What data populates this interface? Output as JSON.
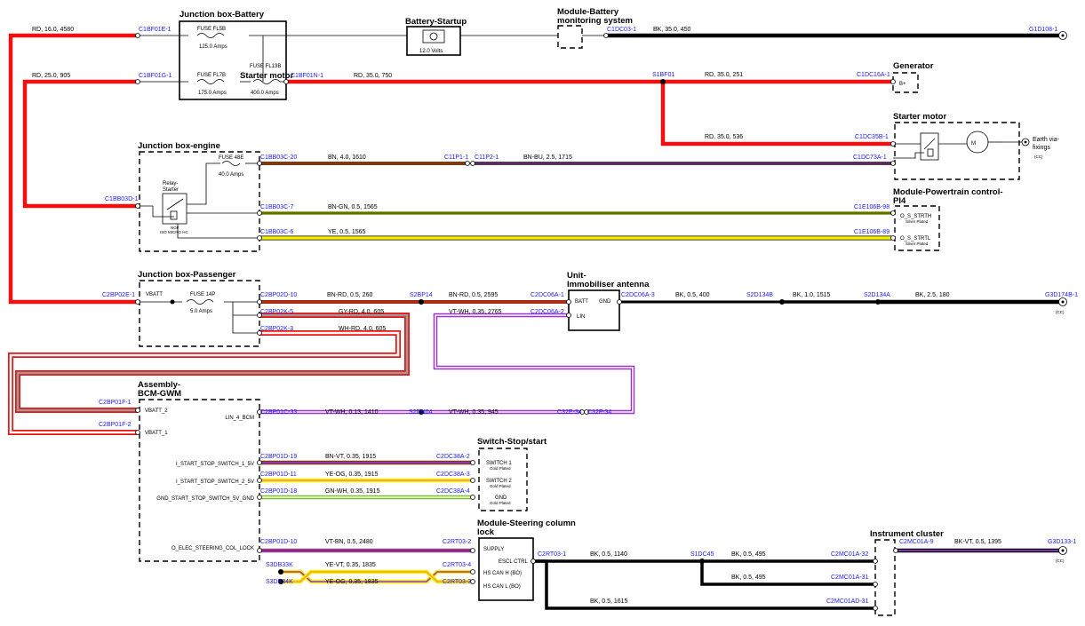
{
  "colors": {
    "red": "#ee1111",
    "black": "#000000",
    "brown": "#7b3a12",
    "blue": "#1f2bd6",
    "violet": "#9a35c9",
    "green": "#7fbf2a",
    "yellow": "#f4f000",
    "white": "#ffffff",
    "gray": "#9a9a9a",
    "orange": "#f2a33a",
    "connector_text": "#1a1aff"
  },
  "components": {
    "jb_battery": "Junction box-Battery",
    "fuse_fl5b": "FUSE FL5B",
    "fuse_fl5b_rating": "125.0 Amps",
    "fuse_fl7b": "FUSE FL7B",
    "fuse_fl7b_rating": "175.0 Amps",
    "fuse_fl13b": "FUSE FL13B",
    "fuse_fl13b_rating": "400.0 Amps",
    "starter_motor_inline": "Starter motor",
    "battery_startup": "Battery-Startup",
    "battery_volts": "12.0 Volts",
    "module_battery_l1": "Module-Battery",
    "module_battery_l2": "monitoring system",
    "generator": "Generator",
    "generator_pin": "B+",
    "starter_motor": "Starter motor",
    "earth_l1": "Earth via-",
    "earth_l2": "fixings",
    "earth_cc": "(CC)",
    "jb_engine": "Junction box-engine",
    "fuse_48e": "FUSE 48E",
    "fuse_48e_rating": "40.0 Amps",
    "relay_l1": "Relay-",
    "relay_l2": "Starter",
    "relay_note_l1": "NOF",
    "relay_note_l2": "ISO MICRO HC",
    "pcm_l1": "Module-Powertrain control-",
    "pcm_l2": "PI4",
    "pcm_pin1": "O_S_STRTH",
    "pcm_pin2": "O_S_STRTL",
    "silver_plated": "Silver Plated",
    "jb_passenger": "Junction box-Passenger",
    "vbatt": "VBATT",
    "fuse_14p": "FUSE 14P",
    "fuse_14p_rating": "5.0 Amps",
    "imm_l1": "Unit-",
    "imm_l2": "Immobiliser antenna",
    "imm_batt": "BATT",
    "imm_gnd": "GND",
    "imm_lin": "LIN",
    "bcm_l1": "Assembly-",
    "bcm_l2": "BCM-GWM",
    "bcm_vbatt2": "VBATT_2",
    "bcm_vbatt1": "VBATT_1",
    "bcm_lin4": "LIN_4_BCM",
    "bcm_ss1": "I_START_STOP_SWITCH_1_5V",
    "bcm_ss2": "I_START_STOP_SWITCH_2_5V",
    "bcm_gnd_ss": "GND_START_STOP_SWITCH_5V_GND",
    "bcm_elec": "O_ELEC_STEERING_COL_LOCK",
    "switch_ss": "Switch-Stop/start",
    "sw1": "SWITCH 1",
    "sw2": "SWITCH 2",
    "sw_gnd": "GND",
    "gold_plated": "Gold Plated",
    "escl_l1": "Module-Steering column",
    "escl_l2": "lock",
    "escl_supply": "SUPPLY",
    "escl_ctrl": "ESCL CTRL",
    "escl_canh": "HS CAN H (BO)",
    "escl_canl": "HS CAN L (BO)",
    "cluster": "Instrument cluster",
    "cc": "(CC)"
  },
  "connectors": {
    "c1bf01e1": "C1BF01E-1",
    "c1bf01g1": "C1BF01G-1",
    "c1bf01n1": "C1BF01N-1",
    "c1dc03_1": "C1DC03-1",
    "g1d108_1": "G1D108-1",
    "s1bf01": "S1BF01",
    "c1dc16a1": "C1DC16A-1",
    "c1dc35b1": "C1DC35B-1",
    "c1dc73a1": "C1DC73A-1",
    "c1bb03c20": "C1BB03C-20",
    "c11p1_1": "C11P1-1",
    "c11p2_1": "C11P2-1",
    "c1bb03d1": "C1BB03D-1",
    "c1bb03c7": "C1BB03C-7",
    "c1bb03c6": "C1BB03C-6",
    "c1e106b98": "C1E106B-98",
    "c1e106b89": "C1E106B-89",
    "c2bp02e1": "C2BP02E-1",
    "c2bp02d10": "C2BP02D-10",
    "s2bp14": "S2BP14",
    "c2dc06a1": "C2DC06A-1",
    "c2dc06a3": "C2DC06A-3",
    "s2d134b": "S2D134B",
    "s2d134a": "S2D134A",
    "g3d174b1": "G3D174B-1",
    "c2bp02k5": "C2BP02K-5",
    "c2dc06a2": "C2DC06A-2",
    "c2bp02k3": "C2BP02K-3",
    "c2bp01f1": "C2BP01F-1",
    "c2bp01f2": "C2BP01F-2",
    "c2bp01c33": "C2BP01C-33",
    "s2dn04": "S2DN04",
    "c32e34": "C32E-34",
    "c32f34": "C32F-34",
    "c2bp01d19": "C2BP01D-19",
    "c2dc38a2": "C2DC38A-2",
    "c2bp01d11": "C2BP01D-11",
    "c2dc38a3": "C2DC38A-3",
    "c2bp01d18": "C2BP01D-18",
    "c2dc38a4": "C2DC38A-4",
    "c2bp01d10": "C2BP01D-10",
    "c2rt03_2": "C2RT03-2",
    "s3db33k": "S3DB33K",
    "c2rt03_4": "C2RT03-4",
    "s3db34k": "S3DB34K",
    "c2rt03_3": "C2RT03-3",
    "c2rt03_1": "C2RT03-1",
    "s1dc45": "S1DC45",
    "c2mc01a32": "C2MC01A-32",
    "c2mc01a31": "C2MC01A-31",
    "c2mc01ad31": "C2MC01AD-31",
    "c2mc01a9": "C2MC01A-9",
    "g3d133_1": "G3D133-1"
  },
  "wires": {
    "w_rd_16_4580": "RD, 16.0, 4580",
    "w_bk_35_450": "BK, 35.0, 450",
    "w_rd_25_905": "RD, 25.0, 905",
    "w_rd_35_750": "RD, 35.0, 750",
    "w_rd_35_251": "RD, 35.0, 251",
    "w_rd_35_536": "RD, 35.0, 536",
    "w_bn_4_1610": "BN, 4.0, 1610",
    "w_bnbu_25_1715": "BN-BU, 2.5, 1715",
    "w_bngn_05_1565": "BN-GN, 0.5, 1565",
    "w_ye_05_1565": "YE, 0.5, 1565",
    "w_bnrd_05_260": "BN-RD, 0.5, 260",
    "w_bnrd_05_2595": "BN-RD, 0.5, 2595",
    "w_bk_05_400": "BK, 0.5, 400",
    "w_bk_10_1515": "BK, 1.0, 1515",
    "w_bk_25_180": "BK, 2.5, 180",
    "w_gyrd_40_605": "GY-RD, 4.0, 605",
    "w_vtwh_035_2765": "VT-WH, 0.35, 2765",
    "w_whrd_40_605": "WH-RD, 4.0, 605",
    "w_vtwh_013_1410": "VT-WH, 0.13, 1410",
    "w_vtwh_035_945": "VT-WH, 0.35, 945",
    "w_bnvt_035_1915": "BN-VT, 0.35, 1915",
    "w_yeog_035_1915": "YE-OG, 0.35, 1915",
    "w_gnwh_035_1915": "GN-WH, 0.35, 1915",
    "w_vtbn_05_2480": "VT-BN, 0.5, 2480",
    "w_yevt_035_1835": "YE-VT, 0.35, 1835",
    "w_yeog_035_1835": "YE-OG, 0.35, 1835",
    "w_bk_05_1140": "BK, 0.5, 1140",
    "w_bk_05_495a": "BK, 0.5, 495",
    "w_bk_05_495b": "BK, 0.5, 495",
    "w_bk_05_1615": "BK, 0.5, 1615",
    "w_bkvt_05_1395": "BK-VT, 0.5, 1395"
  }
}
